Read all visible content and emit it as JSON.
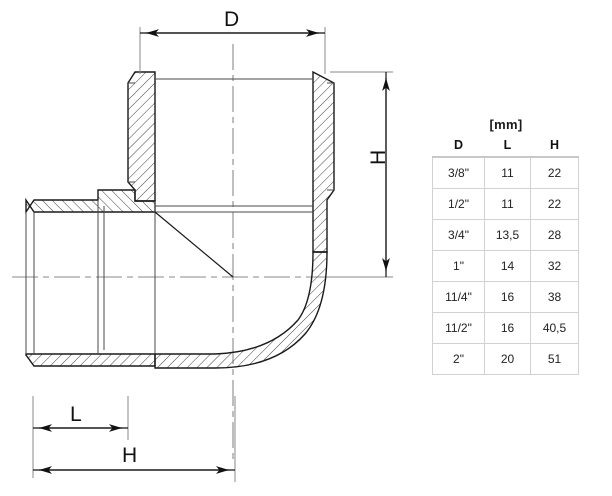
{
  "drawing": {
    "title_hidden": "",
    "dimensions": {
      "d_label": "D",
      "h_right_label": "H",
      "l_label": "L",
      "h_bottom_label": "H"
    },
    "colors": {
      "outline": "#1a1a1a",
      "hatch": "#2b2b2b",
      "centerline": "#8a8a8a",
      "dimension_line": "#111111",
      "table_border": "#d2d2d2",
      "text": "#111111",
      "background": "#ffffff"
    }
  },
  "table": {
    "unit_title": "[mm]",
    "columns": [
      "D",
      "L",
      "H"
    ],
    "rows": [
      {
        "d": "3/8\"",
        "l": "11",
        "h": "22"
      },
      {
        "d": "1/2\"",
        "l": "11",
        "h": "22"
      },
      {
        "d": "3/4\"",
        "l": "13,5",
        "h": "28"
      },
      {
        "d": "1\"",
        "l": "14",
        "h": "32"
      },
      {
        "d": "11/4\"",
        "l": "16",
        "h": "38"
      },
      {
        "d": "11/2\"",
        "l": "16",
        "h": "40,5"
      },
      {
        "d": "2\"",
        "l": "20",
        "h": "51"
      }
    ]
  }
}
